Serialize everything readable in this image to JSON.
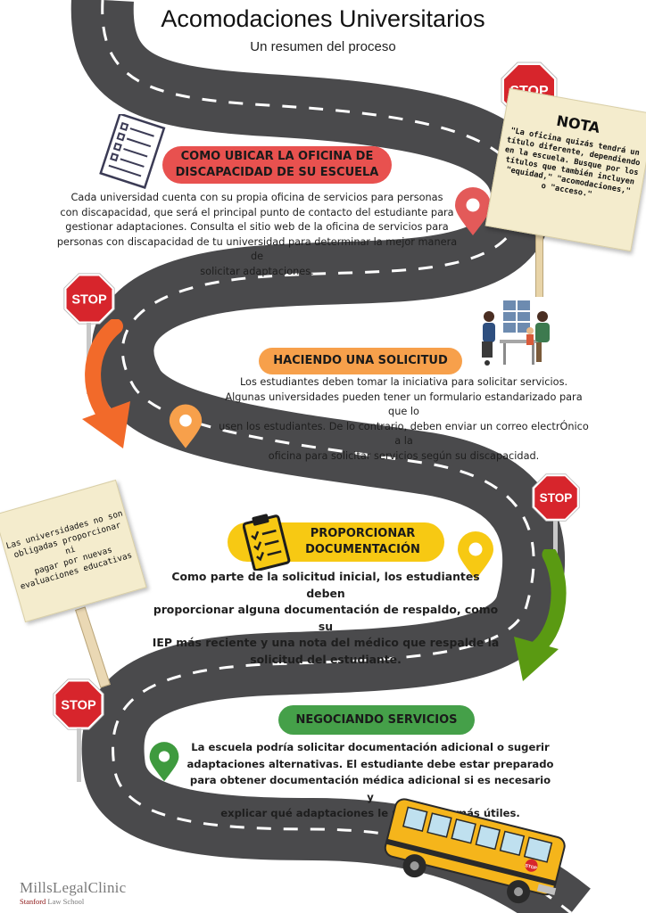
{
  "header": {
    "title": "Acomodaciones Universitarios",
    "subtitle": "Un resumen del proceso"
  },
  "colors": {
    "road": "#4a4a4c",
    "road_edge": "#ffffff",
    "step1": "#e8514f",
    "step2": "#f7a04b",
    "step3": "#f7c913",
    "step4": "#45a049",
    "stop_sign": "#d7252c",
    "note_paper": "#f4eccd"
  },
  "steps": [
    {
      "title": "COMO UBICAR LA OFICINA DE DISCAPACIDAD DE SU ESCUELA",
      "title_lines": [
        "COMO UBICAR LA OFICINA DE",
        "DISCAPACIDAD DE SU ESCUELA"
      ],
      "body_lines": [
        "Cada universidad cuenta con su propia oficina de servicios para personas",
        "con discapacidad, que será el principal punto de contacto del estudiante para",
        "gestionar adaptaciones. Consulta el sitio web de la oficina de servicios para",
        "personas con discapacidad de tu universidad para determinar la mejor manera de",
        "solicitar adaptaciones."
      ],
      "icon": "checklist-paper-icon"
    },
    {
      "title": "HACIENDO UNA SOLICITUD",
      "body_lines": [
        "Los estudiantes deben tomar la iniciativa para solicitar servicios.",
        "Algunas universidades pueden tener un formulario estandarizado para que lo",
        "usen los estudiantes. De lo contrario, deben enviar un correo electrÓnico a la",
        "oficina para solicitar servicios según su discapacidad."
      ],
      "icon": "office-meeting-illustration"
    },
    {
      "title": "PROPORCIONAR DOCUMENTACIÓN",
      "title_lines": [
        "PROPORCIONAR",
        "DOCUMENTACIÓN"
      ],
      "body_lines": [
        "Como parte de la solicitud inicial, los estudiantes deben",
        "proporcionar alguna documentación de respaldo, como su",
        "IEP más reciente y una nota del médico que respalde la",
        "solicitud del estudiante."
      ],
      "icon": "clipboard-checklist-icon"
    },
    {
      "title": "NEGOCIANDO SERVICIOS",
      "body_lines": [
        "La escuela podría solicitar documentación adicional o sugerir",
        "adaptaciones alternativas. El estudiante debe estar preparado",
        "para obtener documentación médica adicional si es necesario y",
        "explicar qué adaptaciones le resultarán más útiles."
      ],
      "icon": "school-bus-illustration"
    }
  ],
  "note": {
    "title": "NOTA",
    "lines": [
      "\"La oficina quizás tendrá un",
      "título diferente, dependiendo",
      "en la escuela. Busque por los",
      "títulos que también incluyen",
      "\"equidad,\" \"acomodaciones,\"",
      "o \"acceso.\""
    ]
  },
  "side_sign": {
    "lines": [
      "Las universidades no son",
      "obligadas proporcionar ni",
      "pagar por nuevas",
      "evaluaciones educativas"
    ]
  },
  "stop_label": "STOP",
  "bus_sign": "STOP",
  "logo": {
    "main": "MillsLegalClinic",
    "sub_red": "Stanford",
    "sub_rest": " Law School"
  }
}
